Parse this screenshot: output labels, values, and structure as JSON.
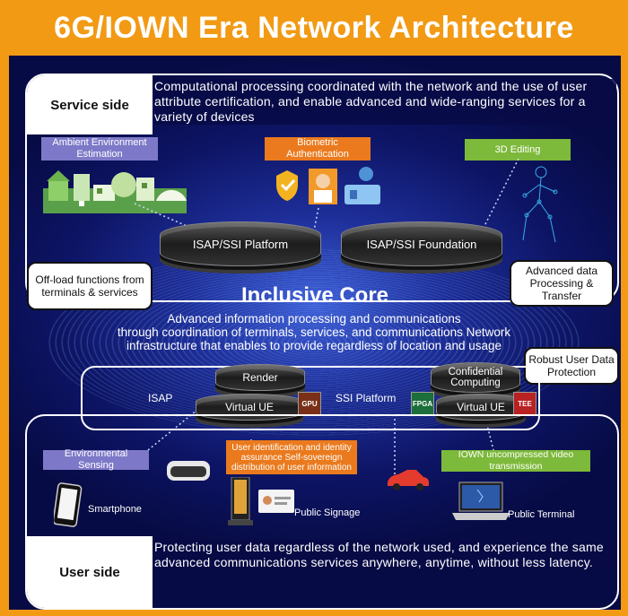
{
  "title": "6G/IOWN Era Network Architecture",
  "service": {
    "label": "Service side",
    "description": "Computational processing coordinated with the network and the use of user attribute certification, and enable advanced and wide-ranging services for a variety of devices",
    "tags": {
      "ambient": "Ambient Environment Estimation",
      "biometric": "Biometric Authentication",
      "editing": "3D Editing"
    },
    "platforms": {
      "isap_ssi_platform": "ISAP/SSI Platform",
      "isap_ssi_foundation": "ISAP/SSI Foundation"
    }
  },
  "core": {
    "title": "Inclusive Core",
    "description_lines": [
      "Advanced information processing and communications",
      "through coordination of terminals, services, and communications Network",
      "infrastructure that enables to provide regardless of location and usage"
    ],
    "callouts": {
      "offload": "Off-load functions from terminals & services",
      "advanced": "Advanced data Processing & Transfer",
      "robust": "Robust User Data Protection"
    },
    "isap_label": "ISAP",
    "ssi_label": "SSI Platform",
    "render": "Render",
    "virtual_ue_left": "Virtual UE",
    "confidential": "Confidential Computing",
    "virtual_ue_right": "Virtual UE",
    "chips": {
      "gpu": "GPU",
      "fpga": "FPGA",
      "tee": "TEE"
    }
  },
  "user": {
    "label": "User side",
    "description": "Protecting user data regardless of the network used, and experience the same advanced communications services anywhere, anytime, without less latency.",
    "tags": {
      "environmental": "Environmental Sensing",
      "identification": "User identification and identity assurance Self-sovereign distribution of user information",
      "iown": "IOWN uncompressed video transmission"
    },
    "devices": {
      "smartphone": "Smartphone",
      "signage": "Public Signage",
      "terminal": "Public Terminal"
    }
  },
  "colors": {
    "background": "#f29a14",
    "navy": "#0d1464",
    "purple_tag": "#7d79c8",
    "orange_tag": "#ea7a1d",
    "green_tag": "#7db93a"
  }
}
